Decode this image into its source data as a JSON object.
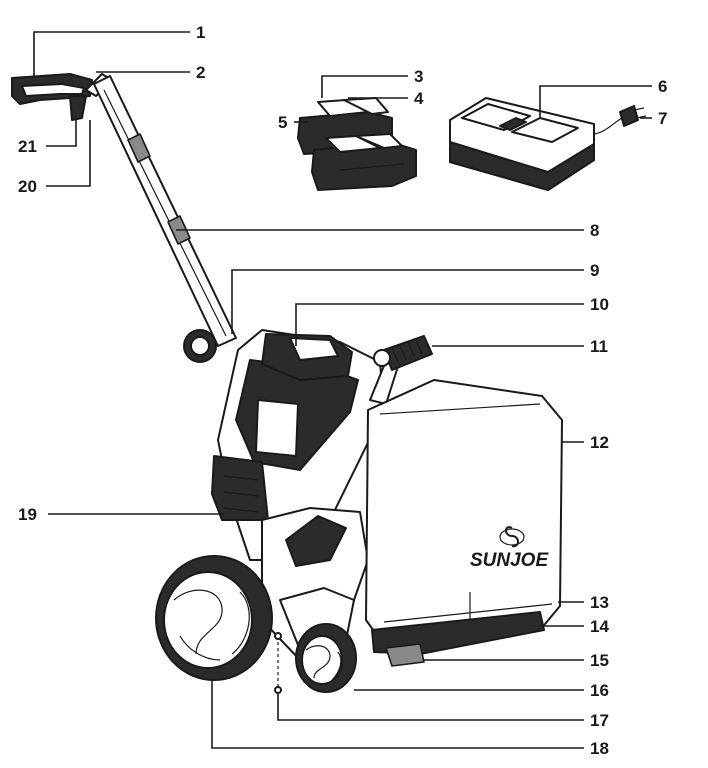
{
  "brand_logo_text": "SUNJOE",
  "callouts": [
    "1",
    "2",
    "3",
    "4",
    "5",
    "6",
    "7",
    "8",
    "9",
    "10",
    "11",
    "12",
    "13",
    "14",
    "15",
    "16",
    "17",
    "18",
    "19",
    "20",
    "21"
  ]
}
